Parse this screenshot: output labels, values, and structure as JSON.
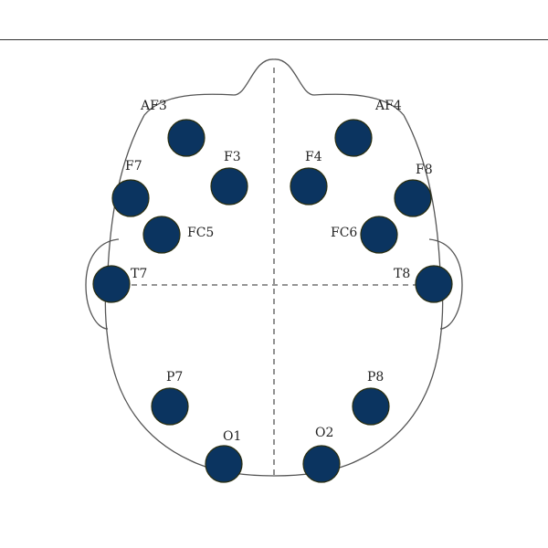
{
  "colors": {
    "electrode_fill": "#0b3460",
    "electrode_rim": "#2a2e10",
    "head_outline": "#555555",
    "guide_line": "#555555"
  },
  "electrodes": [
    {
      "label": "AF3"
    },
    {
      "label": "F7"
    },
    {
      "label": "F3"
    },
    {
      "label": "FC5"
    },
    {
      "label": "T7"
    },
    {
      "label": "P7"
    },
    {
      "label": "O1"
    },
    {
      "label": "AF4"
    },
    {
      "label": "F8"
    },
    {
      "label": "F4"
    },
    {
      "label": "FC6"
    },
    {
      "label": "T8"
    },
    {
      "label": "P8"
    },
    {
      "label": "O2"
    }
  ]
}
